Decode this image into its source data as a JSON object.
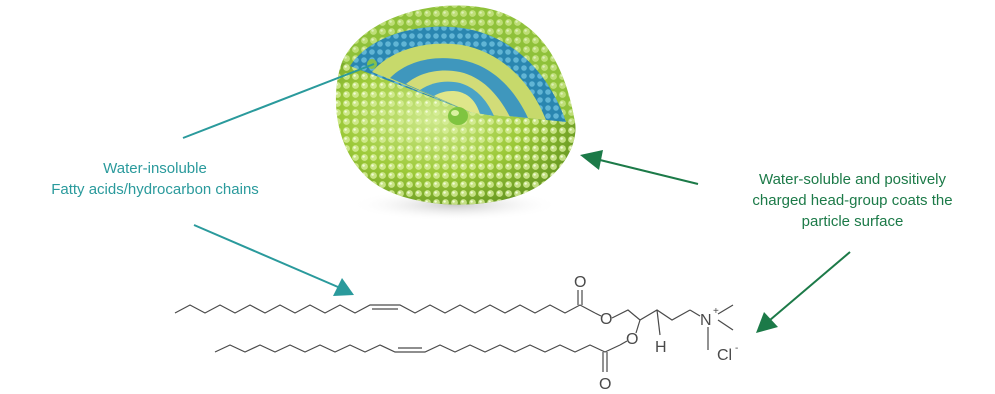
{
  "labels": {
    "hydrophobic": {
      "line1": "Water-insoluble",
      "line2": "Fatty acids/hydrocarbon chains"
    },
    "headgroup": {
      "line1": "Water-soluble and positively",
      "line2": "charged head-group coats the",
      "line3": "particle surface"
    }
  },
  "molecule": {
    "atoms": {
      "o_top_carbonyl": "O",
      "o_top_ester": "O",
      "o_bottom_ester": "O",
      "o_bottom_carbonyl": "O",
      "h": "H",
      "n": "N",
      "n_charge": "+",
      "cl": "Cl",
      "cl_charge": "-"
    }
  },
  "colors": {
    "teal_text": "#2a9a9c",
    "green_text": "#1c7a48",
    "arrow_teal": "#2a9a9c",
    "arrow_green": "#1c7a48",
    "sphere_outer": "#a6cf3e",
    "sphere_blue": "#2e8fb5",
    "bond": "#4a4a4a"
  },
  "icons": {
    "particle": "lipid-nanoparticle-cutaway-sphere",
    "arrows": "arrow-icon"
  }
}
